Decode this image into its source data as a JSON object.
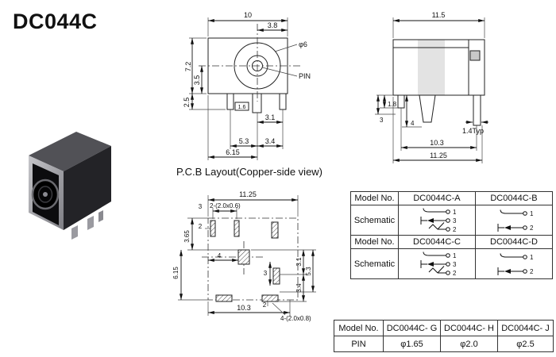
{
  "title": "DC044C",
  "pcb_caption": "P.C.B Layout(Copper-side view)",
  "front_view": {
    "dim_width": "10",
    "dim_offset": "3.8",
    "dim_height": "7.2",
    "dim_half": "3.5",
    "dim_pin": "2.5",
    "dim_31": "3.1",
    "dim_53": "5.3",
    "dim_34": "3.4",
    "dim_615": "6.15",
    "dim_16": "1.6",
    "label_phi6": "φ6",
    "label_pin": "PIN"
  },
  "side_view": {
    "dim_width": "11.5",
    "dim_18": "1.8",
    "dim_3": "3",
    "dim_4": "4",
    "dim_103": "10.3",
    "dim_1125": "11.25",
    "dim_typ": "1.4Typ"
  },
  "pcb": {
    "dim_width": "11.25",
    "dim_3": "3",
    "pads_top": "2-(2.0x0.6)",
    "dim_2a": "2",
    "dim_365": "3.65",
    "dim_615": "6.15",
    "dim_4": "4",
    "dim_3b": "3",
    "dim_2b": "2",
    "dim_103": "10.3",
    "pads_bottom": "4-(2.0x0.8)",
    "dim_31": "3.1",
    "dim_53": "5.3",
    "dim_34": "3.4"
  },
  "schematic_table": {
    "model_label": "Model No.",
    "schematic_label": "Schematic",
    "models": {
      "a": "DC0044C-A",
      "b": "DC0044C-B",
      "c": "DC0044C-C",
      "d": "DC0044C-D"
    },
    "pins": {
      "a": [
        "1",
        "3",
        "2"
      ],
      "b": [
        "1",
        "2"
      ],
      "c": [
        "1",
        "3",
        "2"
      ],
      "d": [
        "1",
        "2"
      ]
    }
  },
  "pin_table": {
    "col0": "Model No.",
    "col1": "DC0044C- G",
    "col2": "DC0044C- H",
    "col3": "DC0044C- J",
    "row_label": "PIN",
    "v1": "φ1.65",
    "v2": "φ2.0",
    "v3": "φ2.5"
  }
}
